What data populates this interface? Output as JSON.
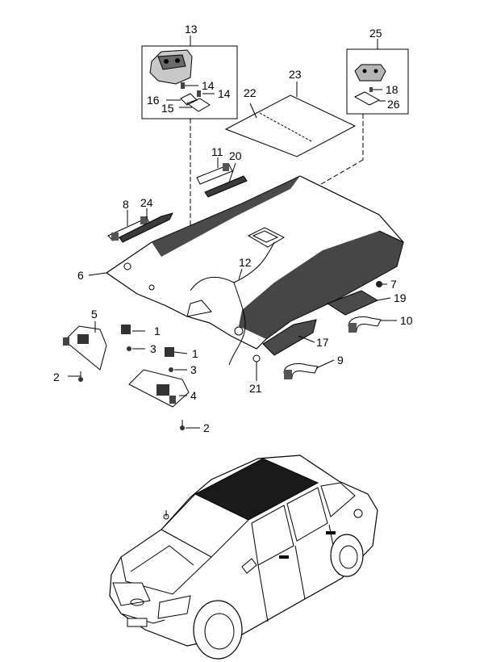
{
  "callouts": {
    "c1a": "1",
    "c1b": "1",
    "c2a": "2",
    "c2b": "2",
    "c3a": "3",
    "c3b": "3",
    "c4": "4",
    "c5": "5",
    "c6": "6",
    "c7": "7",
    "c8": "8",
    "c9": "9",
    "c10": "10",
    "c11": "11",
    "c12": "12",
    "c13": "13",
    "c14a": "14",
    "c14b": "14",
    "c15": "15",
    "c16": "16",
    "c17": "17",
    "c18": "18",
    "c19": "19",
    "c20": "20",
    "c21": "21",
    "c22": "22",
    "c23": "23",
    "c24": "24",
    "c25": "25",
    "c26": "26"
  },
  "colors": {
    "ink": "#000000",
    "paper": "#ffffff",
    "glass": "#1a1a1a"
  }
}
